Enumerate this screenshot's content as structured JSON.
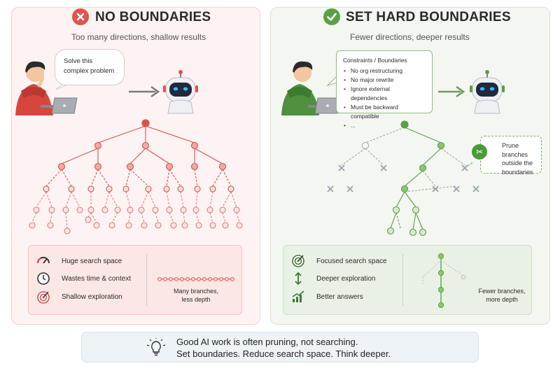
{
  "left": {
    "title": "NO BOUNDARIES",
    "subtitle": "Too many directions, shallow results",
    "bubble": [
      "Solve this",
      "complex problem"
    ],
    "metrics": [
      "Huge search space",
      "Wastes time & context",
      "Shallow exploration"
    ],
    "caption": [
      "Many branches,",
      "less depth"
    ],
    "accent": "#d9534f"
  },
  "right": {
    "title": "SET HARD BOUNDARIES",
    "subtitle": "Fewer directions, deeper results",
    "constraints_title": "Constraints / Boundaries",
    "constraints": [
      "No org restructuring",
      "No major rewrite",
      "Ignore external dependencies",
      "Must be backward compatible",
      "..."
    ],
    "prune_note": [
      "Prune branches",
      "outside the",
      "boundaries"
    ],
    "metrics": [
      "Focused search space",
      "Deeper exploration",
      "Better answers"
    ],
    "caption": [
      "Fewer branches,",
      "more depth"
    ],
    "accent": "#5aa145"
  },
  "footer": {
    "line1": "Good AI work is often pruning, not searching.",
    "line2": "Set boundaries. Reduce search space. Think deeper."
  },
  "icons": {
    "left_header": "x-circle-icon",
    "right_header": "check-circle-icon",
    "footer": "lightbulb-icon",
    "prune": "scissors-icon"
  }
}
